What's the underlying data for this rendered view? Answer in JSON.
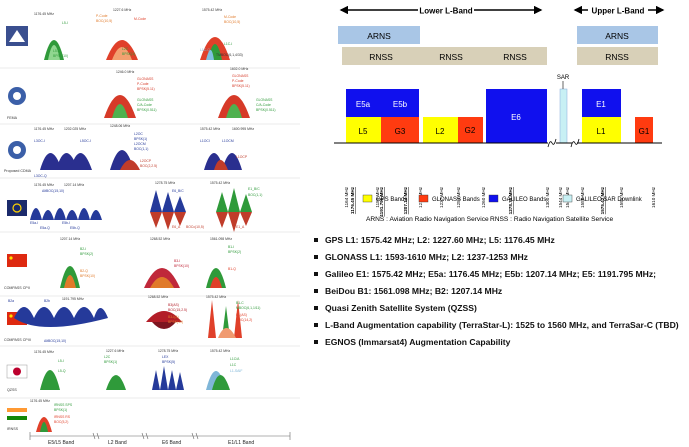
{
  "left_panel": {
    "band_labels": [
      "E5/L5 Band",
      "L2 Band",
      "E6 Band",
      "E1/L1 Band"
    ],
    "rows": [
      {
        "system": "GPS",
        "icon": "gps-emblem",
        "labels": [
          {
            "t": "1176.45 MHz"
          },
          {
            "t": "L5-I"
          },
          {
            "t": "L5-Q"
          },
          {
            "t": "BPSK(10)"
          },
          {
            "t": "1227.6 MHz"
          },
          {
            "t": "P-Code"
          },
          {
            "t": "BOC(10,5)"
          },
          {
            "t": "M-Code"
          },
          {
            "t": "L2C"
          },
          {
            "t": "BPSK(1)"
          },
          {
            "t": "1575.42 MHz"
          },
          {
            "t": "M-Code"
          },
          {
            "t": "BOC(10,5)"
          },
          {
            "t": "L1C-I"
          },
          {
            "t": "L1C-Q"
          },
          {
            "t": "TMBOC(6,1,4/33)"
          }
        ]
      },
      {
        "system": "FEMA",
        "icon": "glonass-emblem",
        "labels": [
          {
            "t": "1246.0 MHz"
          },
          {
            "t": "GLONASS"
          },
          {
            "t": "P-Code"
          },
          {
            "t": "BPSK(5.11)"
          },
          {
            "t": "GLONASS"
          },
          {
            "t": "C/A-Code"
          },
          {
            "t": "BPSK(0.511)"
          },
          {
            "t": "1602.0 MHz"
          },
          {
            "t": "GLONASS"
          },
          {
            "t": "P-Code"
          },
          {
            "t": "BPSK(5.11)"
          },
          {
            "t": "GLONASS"
          },
          {
            "t": "C/A-Code"
          },
          {
            "t": "BPSK(0.511)"
          }
        ]
      },
      {
        "system": "Proposed CDMA",
        "icon": "glonass-cdma-emblem",
        "labels": [
          {
            "t": "1176.45 MHz"
          },
          {
            "t": "1202.025 MHz"
          },
          {
            "t": "L3OC-I"
          },
          {
            "t": "L3OC-Q"
          },
          {
            "t": "L5OC-I"
          },
          {
            "t": "1248.06 MHz"
          },
          {
            "t": "L2OC"
          },
          {
            "t": "BPSK(1)"
          },
          {
            "t": "L2OCM"
          },
          {
            "t": "BOC(1,1)"
          },
          {
            "t": "L2OCP"
          },
          {
            "t": "BOC(2,2.5)"
          },
          {
            "t": "1575.42 MHz"
          },
          {
            "t": "1600.995 MHz"
          },
          {
            "t": "L1OCI"
          },
          {
            "t": "L1OCM"
          },
          {
            "t": "L1OCP"
          }
        ]
      },
      {
        "system": "Galileo",
        "icon": "galileo-emblem",
        "labels": [
          {
            "t": "1176.45 MHz"
          },
          {
            "t": "1207.14 MHz"
          },
          {
            "t": "AltBOC(15,10)"
          },
          {
            "t": "E5a-I"
          },
          {
            "t": "E5b-I"
          },
          {
            "t": "E5a-Q"
          },
          {
            "t": "E5b-Q"
          },
          {
            "t": "1278.75 MHz"
          },
          {
            "t": "E6_B/C"
          },
          {
            "t": "E6_A"
          },
          {
            "t": "BOCc(10,5)"
          },
          {
            "t": "1575.42 MHz"
          },
          {
            "t": "E1_B/C"
          },
          {
            "t": "E1_A"
          },
          {
            "t": "BOC(1,1)"
          }
        ]
      },
      {
        "system": "COMPASS CPII",
        "icon": "china-flag",
        "labels": [
          {
            "t": "1207.14 MHz"
          },
          {
            "t": "B2-I"
          },
          {
            "t": "BPSK(2)"
          },
          {
            "t": "B2-Q"
          },
          {
            "t": "BPSK(10)"
          },
          {
            "t": "1268.52 MHz"
          },
          {
            "t": "B3-I"
          },
          {
            "t": "BPSK(10)"
          },
          {
            "t": "1561.098 MHz"
          },
          {
            "t": "B1-I"
          },
          {
            "t": "BPSK(2)"
          },
          {
            "t": "B1-Q"
          }
        ]
      },
      {
        "system": "COMPASS CPIII",
        "icon": "china-flag",
        "labels": [
          {
            "t": "1191.795 MHz"
          },
          {
            "t": "B2a"
          },
          {
            "t": "B2b"
          },
          {
            "t": "AltBOC(15,10)"
          },
          {
            "t": "1268.52 MHz"
          },
          {
            "t": "B3(AS)"
          },
          {
            "t": "BOC(15,2.5)"
          },
          {
            "t": "B3-I(A)"
          },
          {
            "t": "BPSK(10)"
          },
          {
            "t": "1575.42 MHz"
          },
          {
            "t": "B1-C"
          },
          {
            "t": "MBOC(6,1,1/11)"
          },
          {
            "t": "B1(AS)"
          },
          {
            "t": "BOC(14,2)"
          }
        ]
      },
      {
        "system": "QZSS",
        "icon": "japan-flag",
        "labels": [
          {
            "t": "1176.45 MHz"
          },
          {
            "t": "L5-I"
          },
          {
            "t": "L5-Q"
          },
          {
            "t": "1227.6 MHz"
          },
          {
            "t": "L2C"
          },
          {
            "t": "BPSK(1)"
          },
          {
            "t": "1278.75 MHz"
          },
          {
            "t": "LEX"
          },
          {
            "t": "BPSK(5)"
          },
          {
            "t": "1575.42 MHz"
          },
          {
            "t": "L1C/A"
          },
          {
            "t": "L1C"
          },
          {
            "t": "L1-SAIF"
          }
        ]
      },
      {
        "system": "IRNSS",
        "icon": "india-flag",
        "labels": [
          {
            "t": "1176.45 MHz"
          },
          {
            "t": "IRNSS SPS"
          },
          {
            "t": "BPSK(1)"
          },
          {
            "t": "IRNSS RS"
          },
          {
            "t": "BOC(5,2)"
          }
        ]
      }
    ]
  },
  "spectrum": {
    "lower_band_label": "Lower L-Band",
    "upper_band_label": "Upper L-Band",
    "arns_label": "ARNS",
    "rnss_label": "RNSS",
    "sar_label": "SAR",
    "blocks": [
      {
        "label": "E5a",
        "name": "galileo-e5a-block"
      },
      {
        "label": "E5b",
        "name": "galileo-e5b-block"
      },
      {
        "label": "L5",
        "name": "gps-l5-block"
      },
      {
        "label": "G3",
        "name": "glonass-g3-block"
      },
      {
        "label": "L2",
        "name": "gps-l2-block"
      },
      {
        "label": "G2",
        "name": "glonass-g2-block"
      },
      {
        "label": "E6",
        "name": "galileo-e6-block"
      },
      {
        "label": "E1",
        "name": "galileo-e1-block"
      },
      {
        "label": "L1",
        "name": "gps-l1-block"
      },
      {
        "label": "G1",
        "name": "glonass-g1-block"
      }
    ],
    "ticks": [
      {
        "label": "1164 MHz",
        "bold": false
      },
      {
        "label": "1176.45 MHz",
        "bold": true
      },
      {
        "label": "1189 MHz",
        "bold": false
      },
      {
        "label": "1191.795 MHz",
        "bold": true
      },
      {
        "label": "1207.14 MHz",
        "bold": true
      },
      {
        "label": "1215 MHz",
        "bold": false
      },
      {
        "label": "1237 MHz",
        "bold": false
      },
      {
        "label": "1254 MHz",
        "bold": false
      },
      {
        "label": "1260 MHz",
        "bold": false
      },
      {
        "label": "1278.75 MHz",
        "bold": true
      },
      {
        "label": "1300 MHz",
        "bold": false
      },
      {
        "label": "1544 MHz",
        "bold": false
      },
      {
        "label": "1545 MHz",
        "bold": false
      },
      {
        "label": "1559 MHz",
        "bold": false
      },
      {
        "label": "1575.42 MHz",
        "bold": true
      },
      {
        "label": "1591 MHz",
        "bold": false
      },
      {
        "label": "1610 MHz",
        "bold": false
      }
    ],
    "legend": [
      {
        "label": "GPS Bands",
        "color": "#ffff00"
      },
      {
        "label": "GLONASS Bands",
        "color": "#ff3b10"
      },
      {
        "label": "GALILEO Bands",
        "color": "#1010ee"
      },
      {
        "label": "GALILEO SAR Downlink",
        "color": "#c8f0f4"
      }
    ],
    "arns_desc": "ARNS : Aviation Radio Navigation Service",
    "rnss_desc": "RNSS : Radio Navigation Satellite Service",
    "colors": {
      "arns": "#a9c6e6",
      "rnss": "#d8d0b8",
      "gps": "#ffff00",
      "glonass": "#ff3b10",
      "galileo": "#1010ee",
      "sar": "#c8f0f4"
    }
  },
  "bullets": [
    "GPS L1: 1575.42 MHz; L2: 1227.60 MHz; L5: 1176.45 MHz",
    "GLONASS L1: 1593-1610 MHz; L2: 1237-1253 MHz",
    "Galileo E1: 1575.42 MHz; E5a: 1176.45 MHz; E5b: 1207.14 MHz; E5: 1191.795 MHz;",
    "BeiDou B1: 1561.098 MHz;  B2: 1207.14 MHz",
    "Quasi Zenith Satellite System (QZSS)",
    "L-Band Augmentation capability (TerraStar-L): 1525 to 1560 MHz, and TerraSar-C (TBD)",
    "EGNOS (Immarsat4) Augmentation Capability"
  ]
}
